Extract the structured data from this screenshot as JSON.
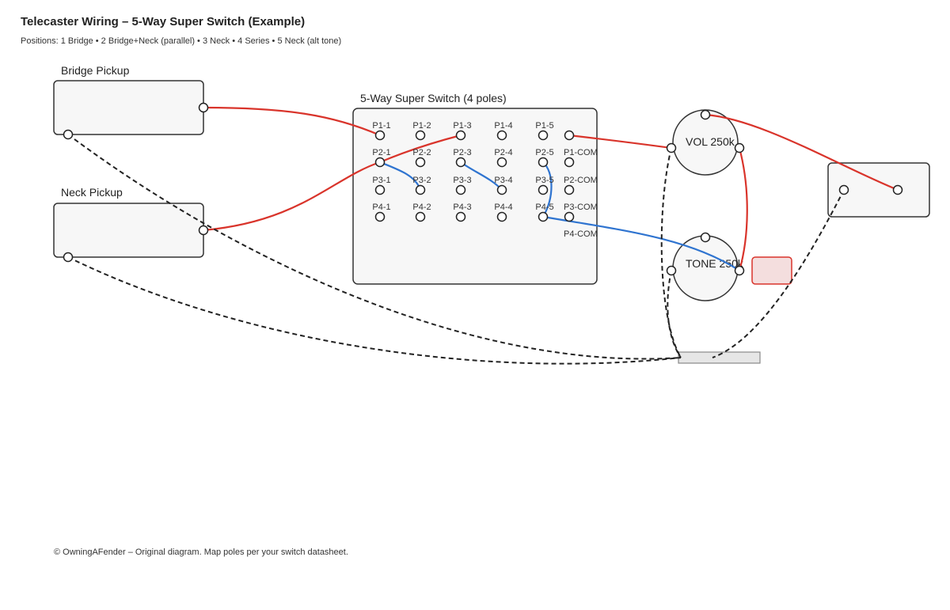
{
  "header": {
    "title": "Telecaster Wiring – 5-Way Super Switch (Example)",
    "subtitle": "Positions: 1 Bridge • 2 Bridge+Neck (parallel) • 3 Neck • 4 Series • 5 Neck (alt tone)"
  },
  "components": {
    "bridge_pickup": "Bridge Pickup",
    "neck_pickup": "Neck Pickup",
    "switch": "5-Way Super Switch (4 poles)",
    "vol_pot": "VOL 250k",
    "tone_pot": "TONE 250k"
  },
  "switch_pins": [
    [
      "P1-1",
      "P1-2",
      "P1-3",
      "P1-4",
      "P1-5",
      "P1-COM"
    ],
    [
      "P2-1",
      "P2-2",
      "P2-3",
      "P2-4",
      "P2-5",
      "P2-COM"
    ],
    [
      "P3-1",
      "P3-2",
      "P3-3",
      "P3-4",
      "P3-5",
      "P3-COM"
    ],
    [
      "P4-1",
      "P4-2",
      "P4-3",
      "P4-4",
      "P4-5",
      "P4-COM"
    ]
  ],
  "colors": {
    "hot_wire": "#d9342b",
    "jumper_wire": "#2f74d0",
    "ground_wire": "#222222",
    "box_fill": "#f7f7f7"
  },
  "footer": "© OwningAFender – Original diagram. Map poles per your switch datasheet."
}
